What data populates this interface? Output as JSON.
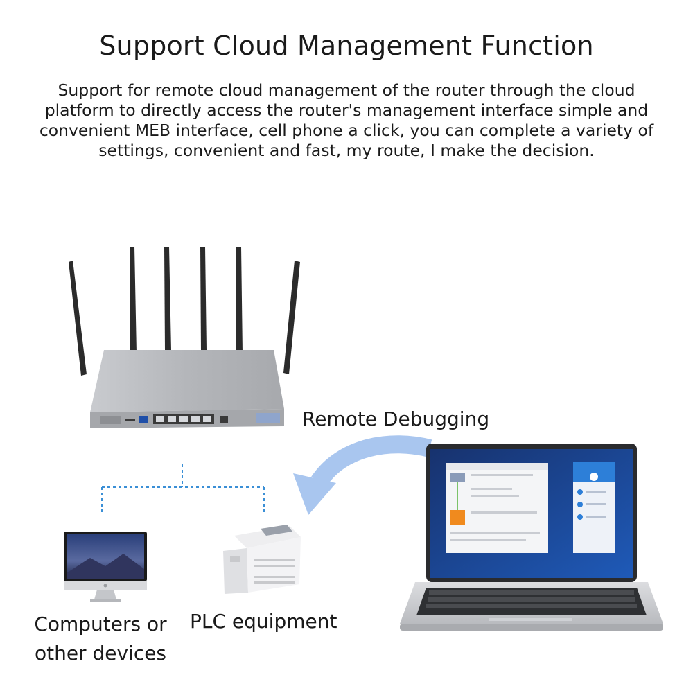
{
  "heading": "Support Cloud Management Function",
  "description": "Support for remote cloud management of the router through the cloud platform to directly access the router's management interface simple and convenient MEB interface, cell phone a click, you can complete a variety of settings, convenient and fast, my route, I make the decision.",
  "labels": {
    "remote_debugging": "Remote Debugging",
    "computers": "Computers or other devices",
    "plc": "PLC equipment"
  },
  "icons": {
    "router": "router-icon",
    "laptop": "laptop-icon",
    "monitor": "monitor-icon",
    "plc": "plc-icon",
    "arrow": "curved-arrow-icon"
  },
  "colors": {
    "arrow": "#a9c6ef",
    "connector": "#3a8fd6",
    "router_body": "#b7b9bd",
    "screen": "#1e3f8a"
  }
}
